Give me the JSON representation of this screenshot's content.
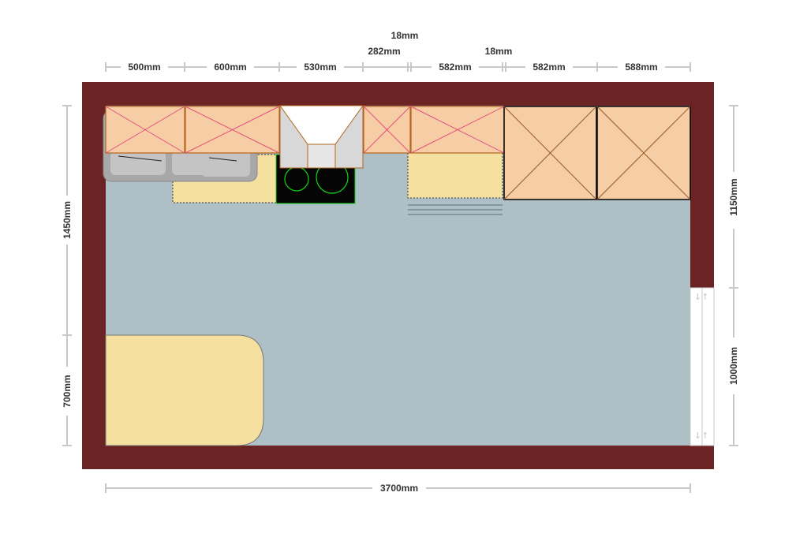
{
  "title": "",
  "dimensions": {
    "top_row": {
      "seg1": "500mm",
      "seg2": "600mm",
      "seg3": "530mm",
      "seg4": "282mm",
      "gap1": "18mm",
      "seg5": "582mm",
      "gap2": "18mm",
      "seg6": "582mm",
      "seg7": "588mm"
    },
    "left_side": {
      "upper": "1450mm",
      "lower": "700mm"
    },
    "right_side": {
      "upper": "1150mm",
      "lower": "1000mm"
    },
    "bottom": {
      "total": "3700mm"
    }
  },
  "colors": {
    "wall": "#6b2323",
    "floor": "#aebfc6",
    "cabinet_fill": "#f7cda5",
    "cabinet_stroke": "#b4651e",
    "cabinet_cross": "#e4507a",
    "counter": "#f5e09f",
    "hob": "#050505",
    "hob_ring": "#18d418",
    "sink": "#a8a8a8",
    "hood": "#d8d8d8"
  }
}
